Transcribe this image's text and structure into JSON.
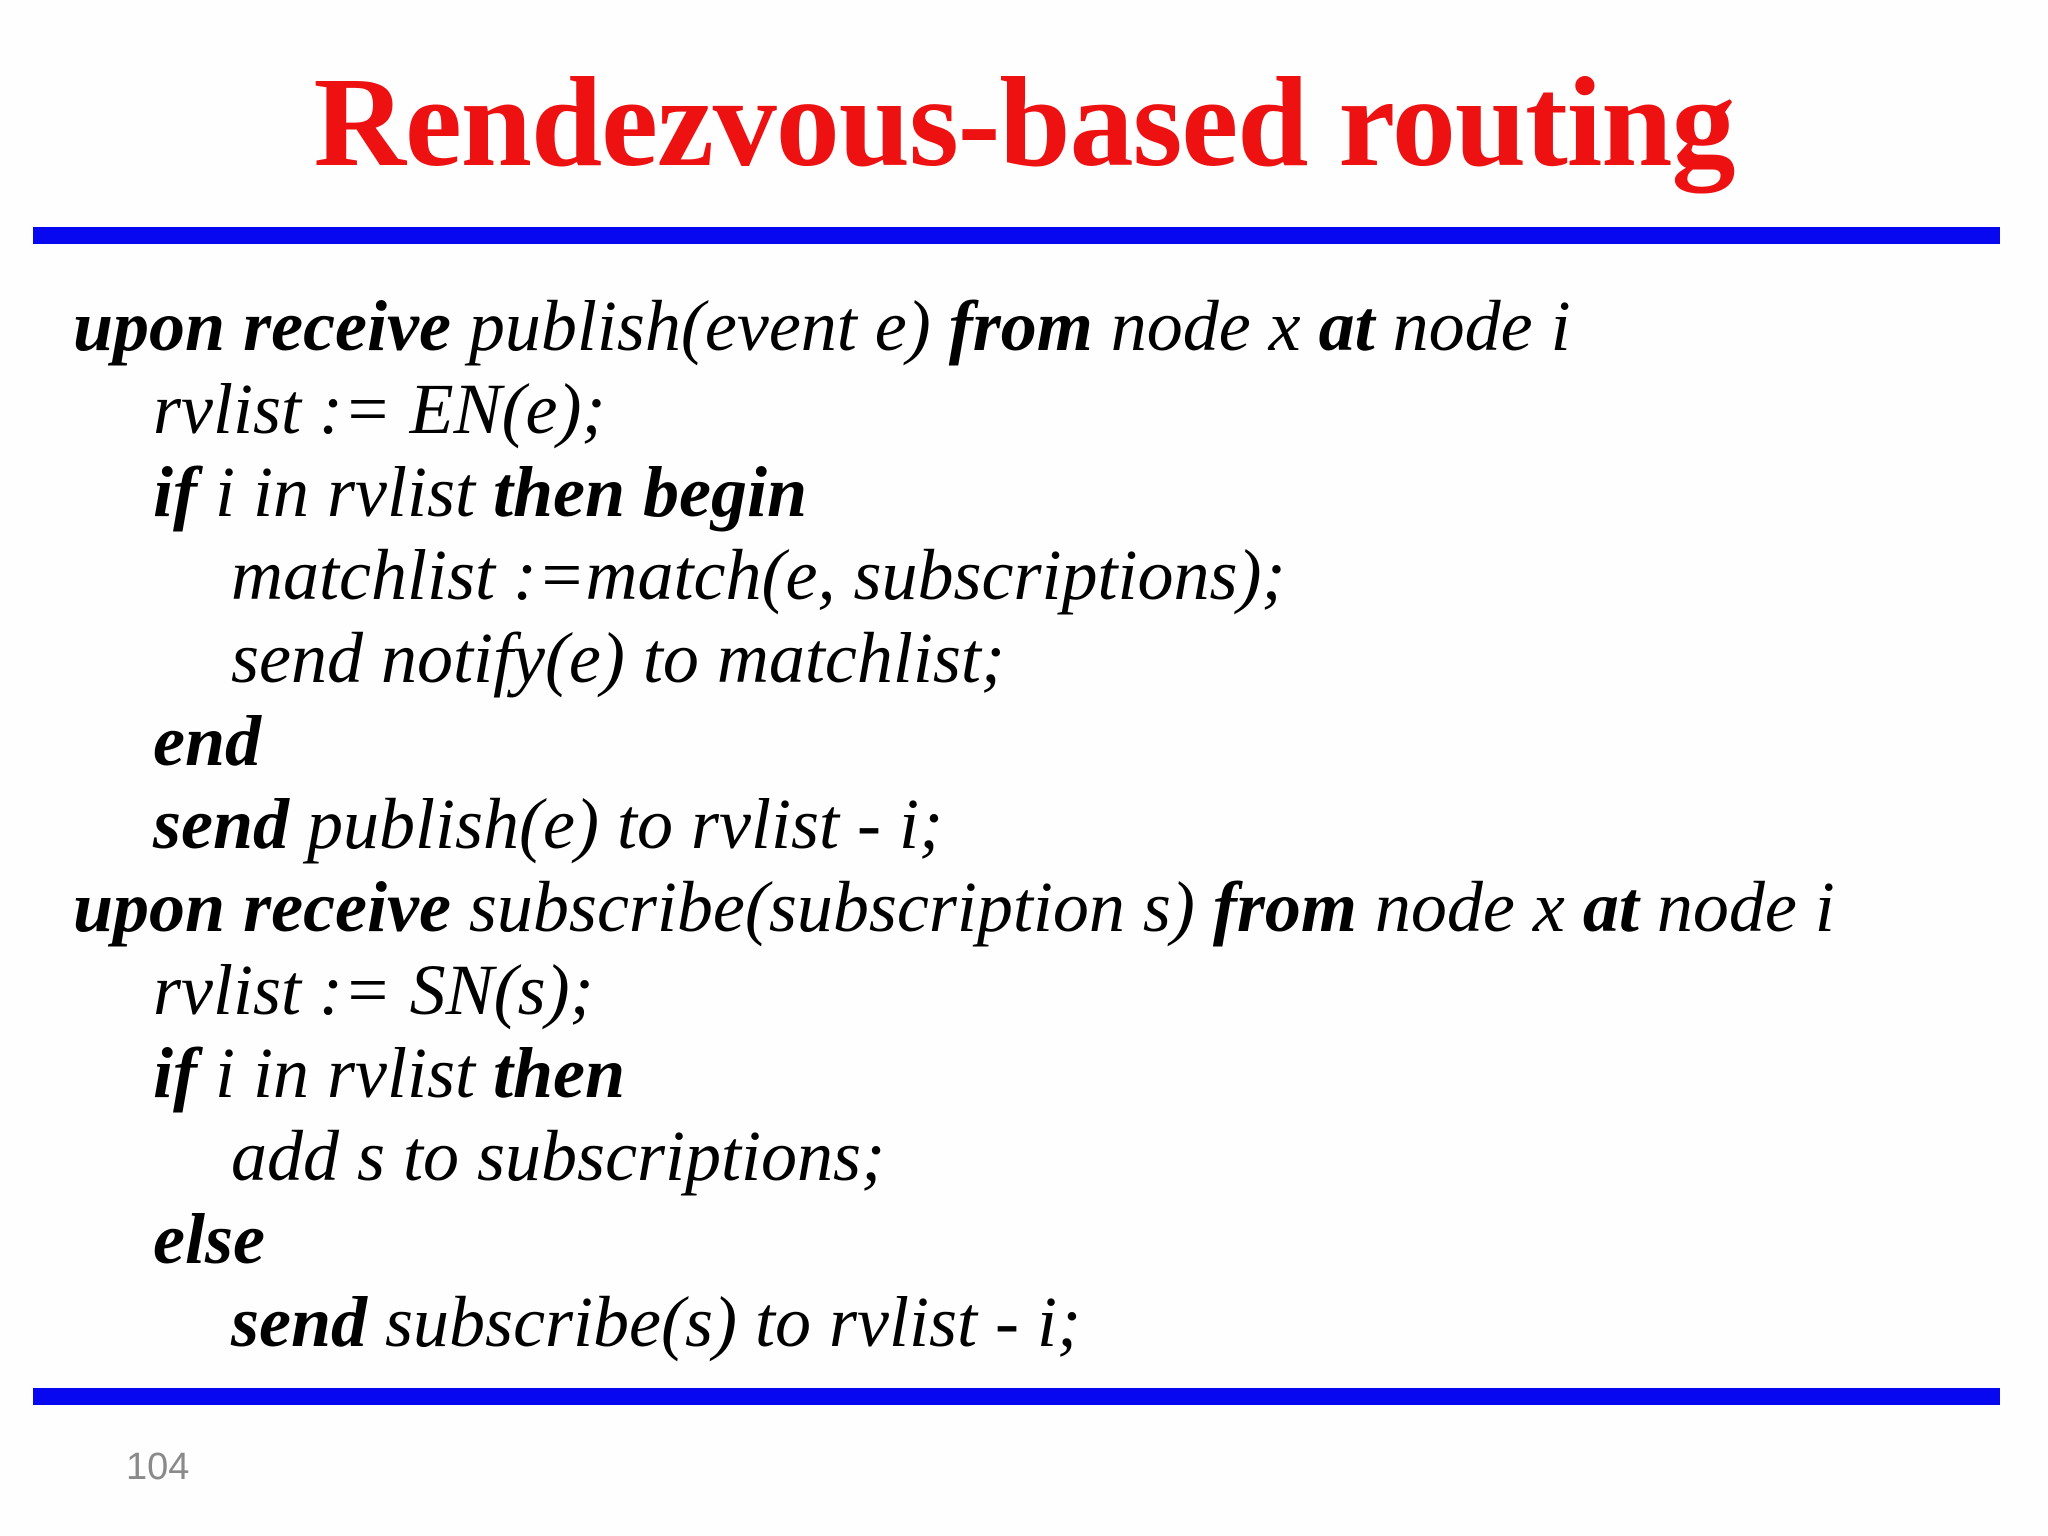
{
  "slide": {
    "title": "Rendezvous-based routing",
    "page_number": "104"
  },
  "colors": {
    "background": "#fefefe",
    "title_red": "#ee1111",
    "rule_blue": "#0808f0",
    "code_black": "#000000",
    "page_gray": "#8a8a8a"
  },
  "code": {
    "lines": [
      {
        "indent": 0,
        "segments": [
          {
            "text": "upon receive ",
            "bold": true
          },
          {
            "text": "publish(event e) ",
            "bold": false
          },
          {
            "text": "from ",
            "bold": true
          },
          {
            "text": "node x ",
            "bold": false
          },
          {
            "text": "at ",
            "bold": true
          },
          {
            "text": "node i",
            "bold": false
          }
        ]
      },
      {
        "indent": 1,
        "segments": [
          {
            "text": "rvlist := EN(e);",
            "bold": false
          }
        ]
      },
      {
        "indent": 1,
        "segments": [
          {
            "text": "if ",
            "bold": true
          },
          {
            "text": "i in rvlist ",
            "bold": false
          },
          {
            "text": "then begin",
            "bold": true
          }
        ]
      },
      {
        "indent": 2,
        "segments": [
          {
            "text": "matchlist :=match(e, subscriptions);",
            "bold": false
          }
        ]
      },
      {
        "indent": 2,
        "segments": [
          {
            "text": "send notify(e) to matchlist;",
            "bold": false
          }
        ]
      },
      {
        "indent": 1,
        "segments": [
          {
            "text": "end",
            "bold": true
          }
        ]
      },
      {
        "indent": 1,
        "segments": [
          {
            "text": "send ",
            "bold": true
          },
          {
            "text": "publish(e) to rvlist - i;",
            "bold": false
          }
        ]
      },
      {
        "indent": 0,
        "segments": [
          {
            "text": "upon receive ",
            "bold": true
          },
          {
            "text": "subscribe(subscription s) ",
            "bold": false
          },
          {
            "text": "from ",
            "bold": true
          },
          {
            "text": "node x ",
            "bold": false
          },
          {
            "text": "at ",
            "bold": true
          },
          {
            "text": "node i",
            "bold": false
          }
        ]
      },
      {
        "indent": 1,
        "segments": [
          {
            "text": "rvlist := SN(s);",
            "bold": false
          }
        ]
      },
      {
        "indent": 1,
        "segments": [
          {
            "text": "if ",
            "bold": true
          },
          {
            "text": "i in rvlist ",
            "bold": false
          },
          {
            "text": "then",
            "bold": true
          }
        ]
      },
      {
        "indent": 2,
        "segments": [
          {
            "text": "add s to subscriptions;",
            "bold": false
          }
        ]
      },
      {
        "indent": 1,
        "segments": [
          {
            "text": "else",
            "bold": true
          }
        ]
      },
      {
        "indent": 2,
        "segments": [
          {
            "text": "send ",
            "bold": true
          },
          {
            "text": "subscribe(s) to rvlist - i;",
            "bold": false
          }
        ]
      }
    ]
  }
}
